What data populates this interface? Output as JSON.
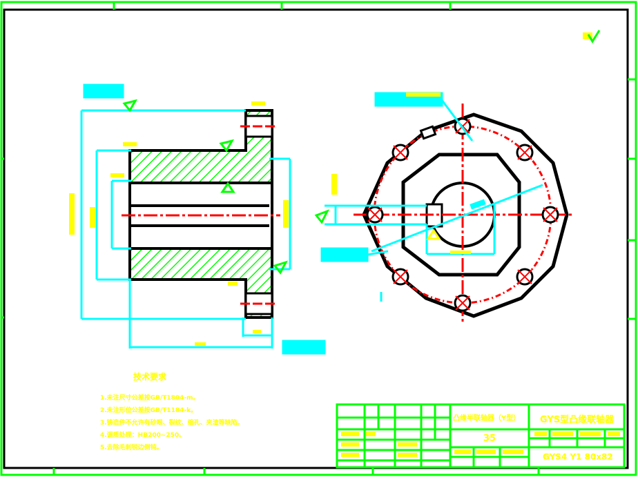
{
  "tech_requirements": {
    "title": "技术要求",
    "items": [
      "1.未注尺寸公差按GB/T1804-m。",
      "2.未注形位公差按GB/T1184-k。",
      "3.铸造件不允许有砂眼、裂纹、缩孔、夹渣等缺陷。",
      "4.调质处理：HB200~250。",
      "5.去除毛刺锐边倒钝。"
    ]
  },
  "title_block": {
    "part_name": "凸缘半联轴器（Y型）",
    "drawing_title": "GYS型凸缘联轴器",
    "material": "35",
    "drawing_number": "GYS4 Y1 80x82"
  },
  "colors": {
    "frame": "#00ff00",
    "outline": "#000000",
    "dimension": "#00ffff",
    "centerline": "#ff0000",
    "hatch": "#00ff00",
    "text": "#ffff00"
  }
}
